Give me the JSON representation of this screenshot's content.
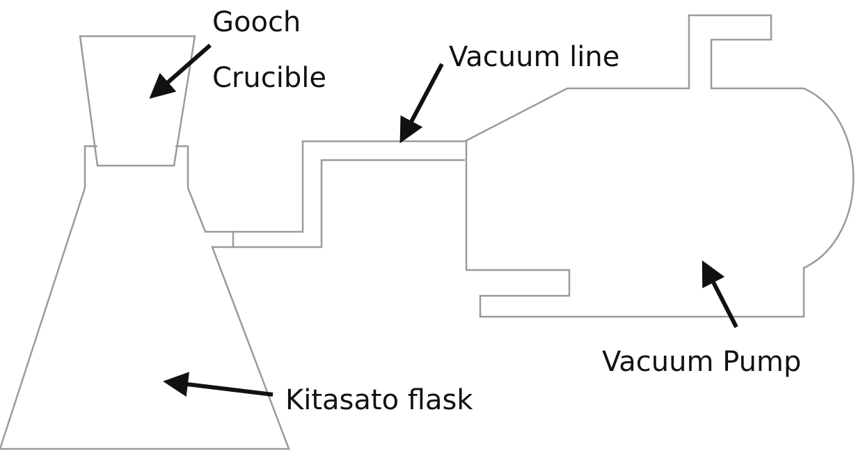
{
  "labels": {
    "gooch": "Gooch",
    "crucible": "Crucible",
    "vacuum_line": "Vacuum line",
    "vacuum_pump": "Vacuum Pump",
    "kitasato_flask": "Kitasato flask"
  },
  "colors": {
    "outline": "#9a9a9a",
    "arrow": "#111111"
  }
}
